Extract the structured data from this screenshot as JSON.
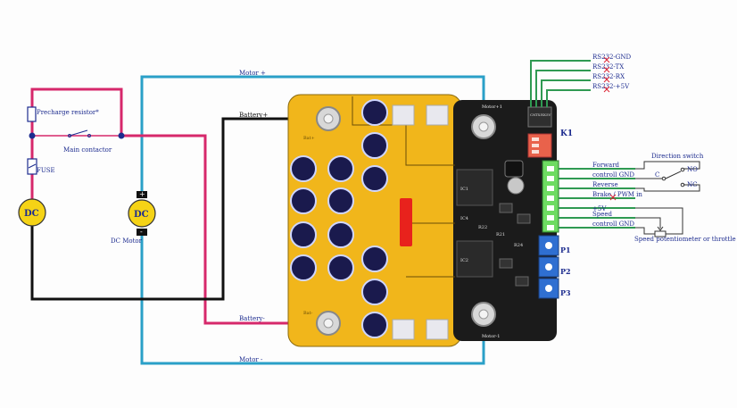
{
  "wires": {
    "motor_plus": "Motor +",
    "motor_minus": "Motor -",
    "battery_plus": "Battery+",
    "battery_minus": "Battery-"
  },
  "left_circuit": {
    "precharge": "Precharge resistor*",
    "main_contactor": "Main contactor",
    "fuse": "FUSE",
    "battery_dc": "DC",
    "motor_dc": "DC",
    "motor_caption": "DC Motor"
  },
  "board": {
    "k1": "K1",
    "p1": "P1",
    "p2": "P2",
    "p3": "P3",
    "silk_top_right": "Motor+1",
    "silk_bottom_right": "Motor-1",
    "silk_battery_plus": "Bat+",
    "silk_battery_minus": "Bat-",
    "ic_labels": [
      "IC1",
      "IC2",
      "IC4",
      "R22",
      "R21",
      "R24"
    ],
    "k1_silk": [
      "CN",
      "TX",
      "RX",
      "5V"
    ]
  },
  "rs232": {
    "lines": [
      "RS232-GND",
      "RS232-TX",
      "RS232-RX",
      "RS232-+5V"
    ]
  },
  "io": {
    "lines": [
      "Forward",
      "controll GND",
      "Reverse",
      "Brake / PWM in",
      "+5V",
      "Speed",
      "controll GND"
    ],
    "direction_switch": "Direction switch",
    "no": "NO",
    "c": "C",
    "nc": "NC",
    "speed_pot": "Speed potentiometer or throttle"
  },
  "colors": {
    "pos_wire": "#d6286b",
    "neg_wire": "#111111",
    "motor_wire": "#2aa0c8",
    "signal_wire": "#2f9a52",
    "pcb": "#f1b61b",
    "dark_pcb": "#1b1b1b",
    "cap": "#1a1a4d",
    "accent_red": "#e8221c",
    "terminal_green": "#6edb62",
    "terminal_blue": "#2f6fd1",
    "dip_red": "#e9624b"
  }
}
